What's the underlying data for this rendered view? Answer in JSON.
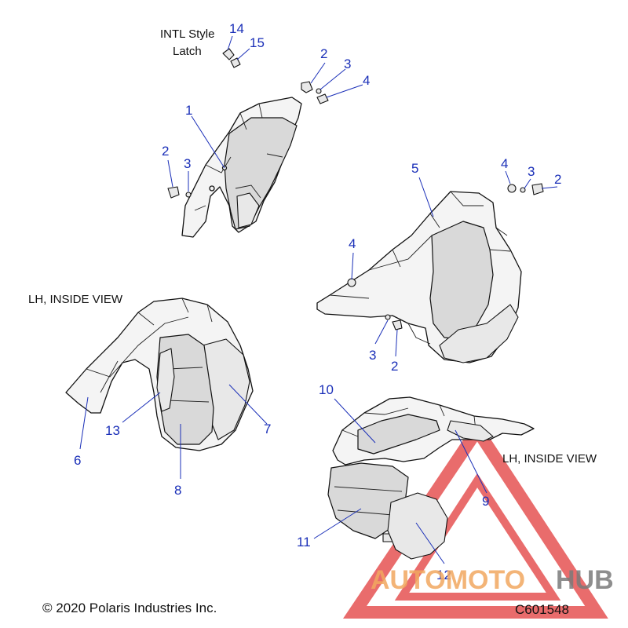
{
  "callouts": {
    "c14": "14",
    "c15": "15",
    "c1": "1",
    "c2a": "2",
    "c3a": "3",
    "c4a": "4",
    "c2b": "2",
    "c3b": "3",
    "c5": "5",
    "c4b": "4",
    "c3c": "3",
    "c2c": "2",
    "c4c": "4",
    "c3d": "3",
    "c2d": "2",
    "c6": "6",
    "c7": "7",
    "c8": "8",
    "c13": "13",
    "c10": "10",
    "c9": "9",
    "c11": "11",
    "c12": "12"
  },
  "labels": {
    "intl_line1": "INTL Style",
    "intl_line2": "Latch",
    "lh_inside_view_left": "LH, INSIDE VIEW",
    "lh_inside_view_right": "LH, INSIDE VIEW"
  },
  "footer": {
    "copyright": "© 2020 Polaris Industries Inc.",
    "diagram_code": "C601548"
  },
  "watermark": {
    "part1": "AUTOMOTO",
    "part2": "HUB",
    "triangle_color": "#e23b3b",
    "orange_color": "#f2a860",
    "gray_color": "#7b7b7b"
  },
  "colors": {
    "callout_text": "#1a2fb8",
    "outline": "#111111"
  }
}
